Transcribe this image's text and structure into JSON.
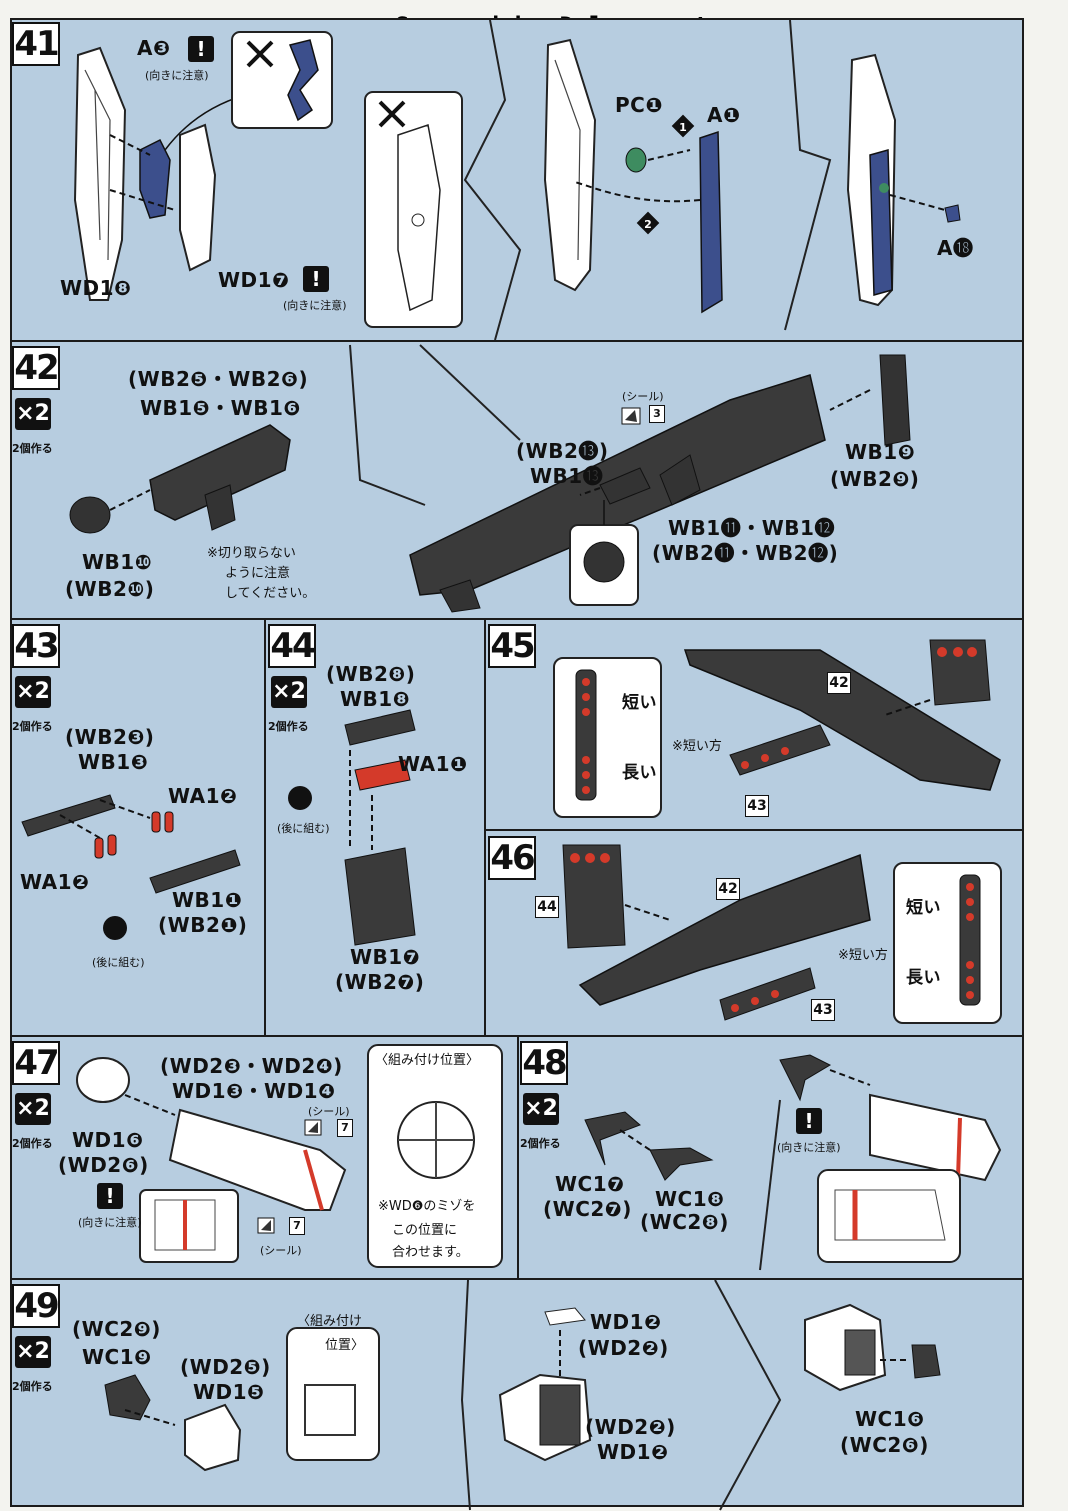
{
  "watermark": "Scanned by Dalong.net",
  "common": {
    "make_two": "2個作る",
    "times_two": "×2",
    "caution_orientation": "(向きに注意)",
    "attach_later": "(後に組む)",
    "sticker": "(シール)",
    "mounting_position": "〈組み付け位置〉",
    "short": "短い",
    "long": "長い",
    "short_side": "※短い方"
  },
  "steps": {
    "s41": {
      "number": "41",
      "parts": [
        "A❸",
        "WD1❽",
        "WD1❼",
        "PC❶",
        "A❶",
        "A⓲"
      ],
      "seq": [
        "❶",
        "❷"
      ]
    },
    "s42": {
      "number": "42",
      "parts_a": [
        "(WB2❺・WB2❻)",
        "WB1❺・WB1❻"
      ],
      "parts_b": [
        "WB1❿",
        "(WB2❿)"
      ],
      "parts_c": [
        "(WB2⓭)",
        "WB1⓭"
      ],
      "parts_d": [
        "WB1⓫・WB1⓬",
        "(WB2⓫・WB2⓬)"
      ],
      "parts_e": [
        "WB1❾",
        "(WB2❾)"
      ],
      "note_lines": [
        "※切り取らない",
        "ように注意",
        "してください。"
      ],
      "sticker_num": "3"
    },
    "s43": {
      "number": "43",
      "parts": [
        "(WB2❸)",
        "WB1❸",
        "WA1❷",
        "WA1❷",
        "WB1❶",
        "(WB2❶)"
      ]
    },
    "s44": {
      "number": "44",
      "parts": [
        "(WB2❽)",
        "WB1❽",
        "WA1❶",
        "WB1❼",
        "(WB2❼)"
      ]
    },
    "s45": {
      "number": "45",
      "ref_a": "42",
      "ref_b": "43"
    },
    "s46": {
      "number": "46",
      "ref_a": "44",
      "ref_b": "42",
      "ref_c": "43"
    },
    "s47": {
      "number": "47",
      "parts": [
        "(WD2❸・WD2❹)",
        "WD1❸・WD1❹",
        "WD1❻",
        "(WD2❻)"
      ],
      "sticker_num": "7",
      "mount_note": [
        "※WD❻のミゾを",
        "この位置に",
        "合わせます。"
      ]
    },
    "s48": {
      "number": "48",
      "parts": [
        "WC1❼",
        "(WC2❼)",
        "WC1❽",
        "(WC2❽)"
      ]
    },
    "s49": {
      "number": "49",
      "parts": [
        "(WC2❾)",
        "WC1❾",
        "(WD2❺)",
        "WD1❺",
        "WD1❷",
        "(WD2❷)",
        "(WD2❷)",
        "WD1❷",
        "WC1❻",
        "(WC2❻)"
      ],
      "mount_lines": [
        "〈組み付け",
        "位置〉"
      ]
    }
  }
}
